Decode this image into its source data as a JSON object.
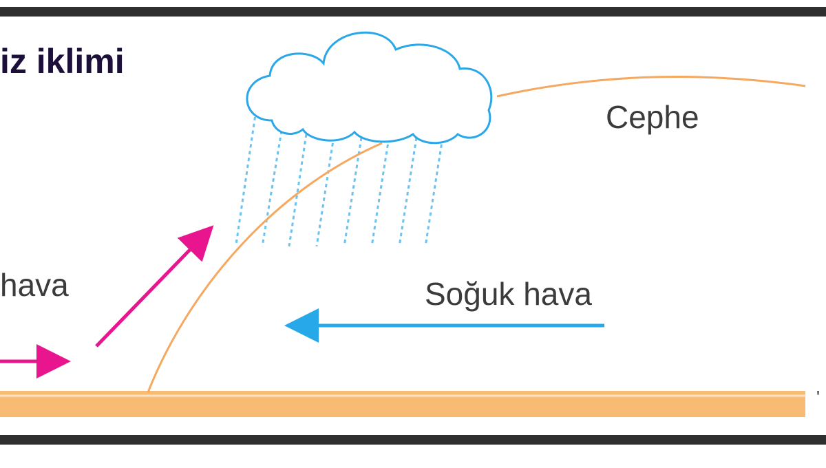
{
  "title": "iz iklimi",
  "labels": {
    "front": "Cephe",
    "warm_air": "hava",
    "cold_air": "Soğuk hava",
    "edge_mark": "'"
  },
  "colors": {
    "front_line": "#f5a85f",
    "ground": "#f7bb74",
    "cloud": "#2aa7e8",
    "rain": "#6cc3ef",
    "warm_arrow": "#e8158f",
    "cold_arrow": "#27a8e9",
    "text": "#3b3b3b",
    "title_text": "#1c0f3a",
    "frame": "#2f2f2f"
  },
  "icons": {
    "cloud": "rain-cloud-icon"
  }
}
